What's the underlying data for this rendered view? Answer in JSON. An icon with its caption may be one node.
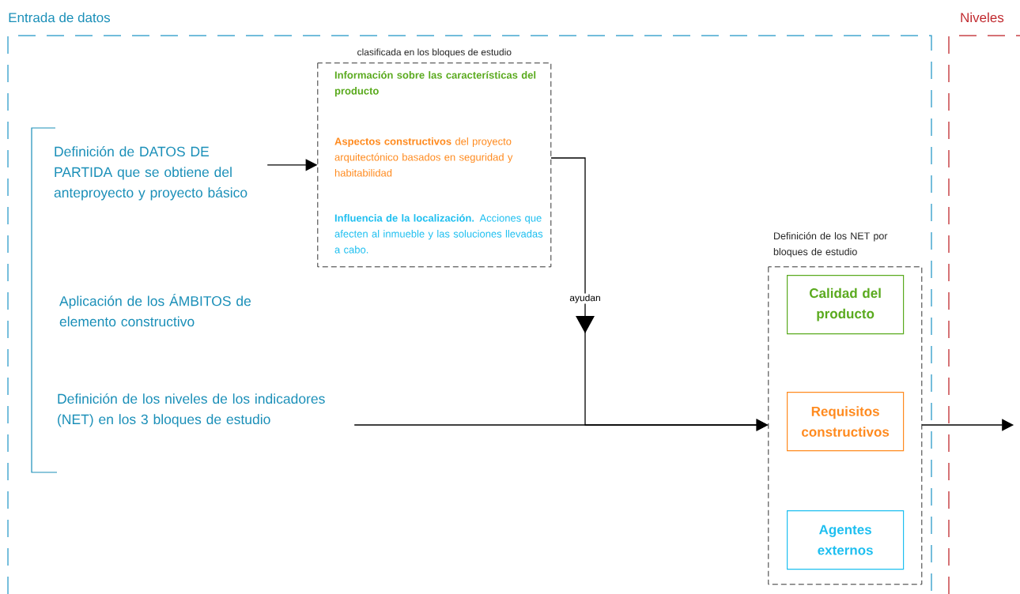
{
  "diagram": {
    "nodes": [
      {
        "text": [
          "Entrada de datos"
        ]
      },
      {
        "text": [
          "Niveles"
        ]
      },
      {
        "text": [
          "Definición de DATOS DE PARTIDA que se obtiene del anteproyecto y proyecto básico"
        ],
        "in": 0
      },
      {
        "text": [
          "Aplicación de los ÁMBITOS de elemento constructivo"
        ],
        "in": 0
      },
      {
        "text": [
          "Definición de los niveles de los indicadores (NET) en los 3 bloques de estudio"
        ],
        "in": 0
      },
      {
        "text": [
          "clasificada en los bloques de estudio",
          "Información sobre las características del producto",
          "**Aspectos constructivos** del proyecto arquitectónico basados en seguridad y habitabilidad",
          "**Influencia de la localización.** Acciones que afecten al inmueble y las soluciones llevadas a cabo."
        ],
        "in": 0
      },
      {
        "text": [
          "Definición de los NET por bloques de estudio"
        ],
        "in": 0
      },
      {
        "text": [
          "Calidad del producto"
        ],
        "in": 6
      },
      {
        "text": [
          "Requisitos constructivos"
        ],
        "in": 6
      },
      {
        "text": [
          "Agentes externos"
        ],
        "in": 6
      }
    ],
    "edges": [
      {
        "from": 2,
        "to": 5,
        "arrow": "to"
      },
      {
        "from": 5,
        "to": 6,
        "arrow": "to",
        "label": "ayudan"
      },
      {
        "from": 4,
        "to": 6,
        "arrow": "to"
      },
      {
        "from": 6,
        "to": 1,
        "arrow": "to"
      }
    ]
  }
}
